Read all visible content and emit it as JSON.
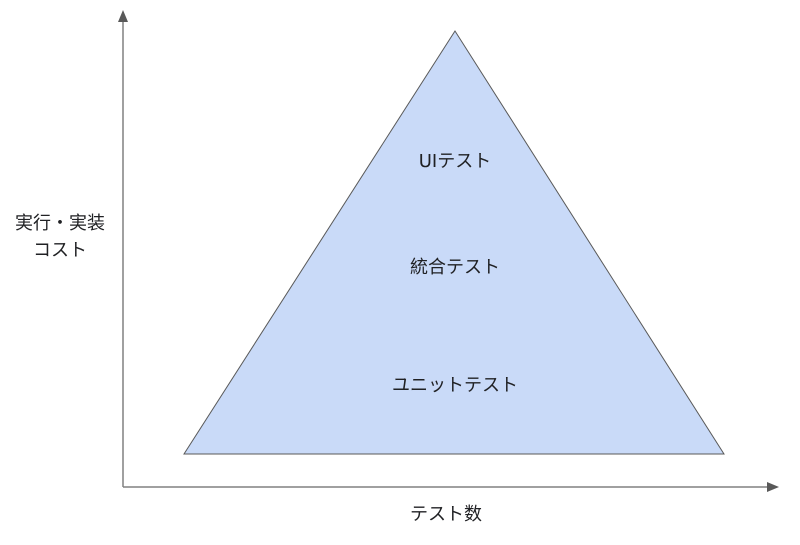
{
  "diagram": {
    "type": "test-pyramid",
    "y_axis_label_line1": "実行・実装",
    "y_axis_label_line2": "コスト",
    "x_axis_label": "テスト数",
    "layers": [
      {
        "label": "UIテスト"
      },
      {
        "label": "統合テスト"
      },
      {
        "label": "ユニットテスト"
      }
    ],
    "colors": {
      "triangle_fill": "#c9daf8",
      "triangle_stroke": "#595959",
      "axis": "#808080",
      "text": "#202124"
    }
  }
}
